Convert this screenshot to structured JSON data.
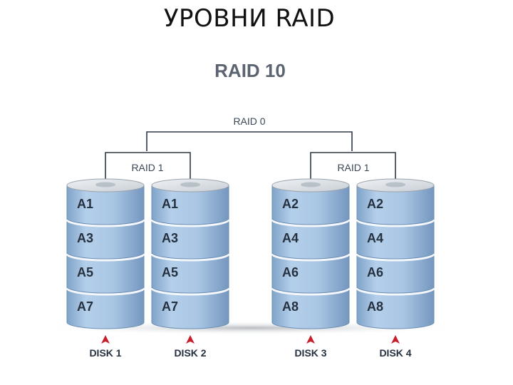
{
  "slide": {
    "title": "УРОВНИ RAID"
  },
  "diagram": {
    "title": "RAID 10",
    "top_group": "RAID 0",
    "mirror_groups": [
      {
        "label": "RAID 1"
      },
      {
        "label": "RAID 1"
      }
    ],
    "disks": [
      {
        "label": "DISK 1",
        "blocks": [
          "A1",
          "A3",
          "A5",
          "A7"
        ]
      },
      {
        "label": "DISK 2",
        "blocks": [
          "A1",
          "A3",
          "A5",
          "A7"
        ]
      },
      {
        "label": "DISK 3",
        "blocks": [
          "A2",
          "A4",
          "A6",
          "A8"
        ]
      },
      {
        "label": "DISK 4",
        "blocks": [
          "A2",
          "A4",
          "A6",
          "A8"
        ]
      }
    ],
    "colors": {
      "disk_fill": "#a9c6e4",
      "disk_fill_dark": "#7fa3c8",
      "disk_top": "#dfe3e7",
      "arrow": "#c8202a",
      "connector": "#2e3a47"
    }
  }
}
